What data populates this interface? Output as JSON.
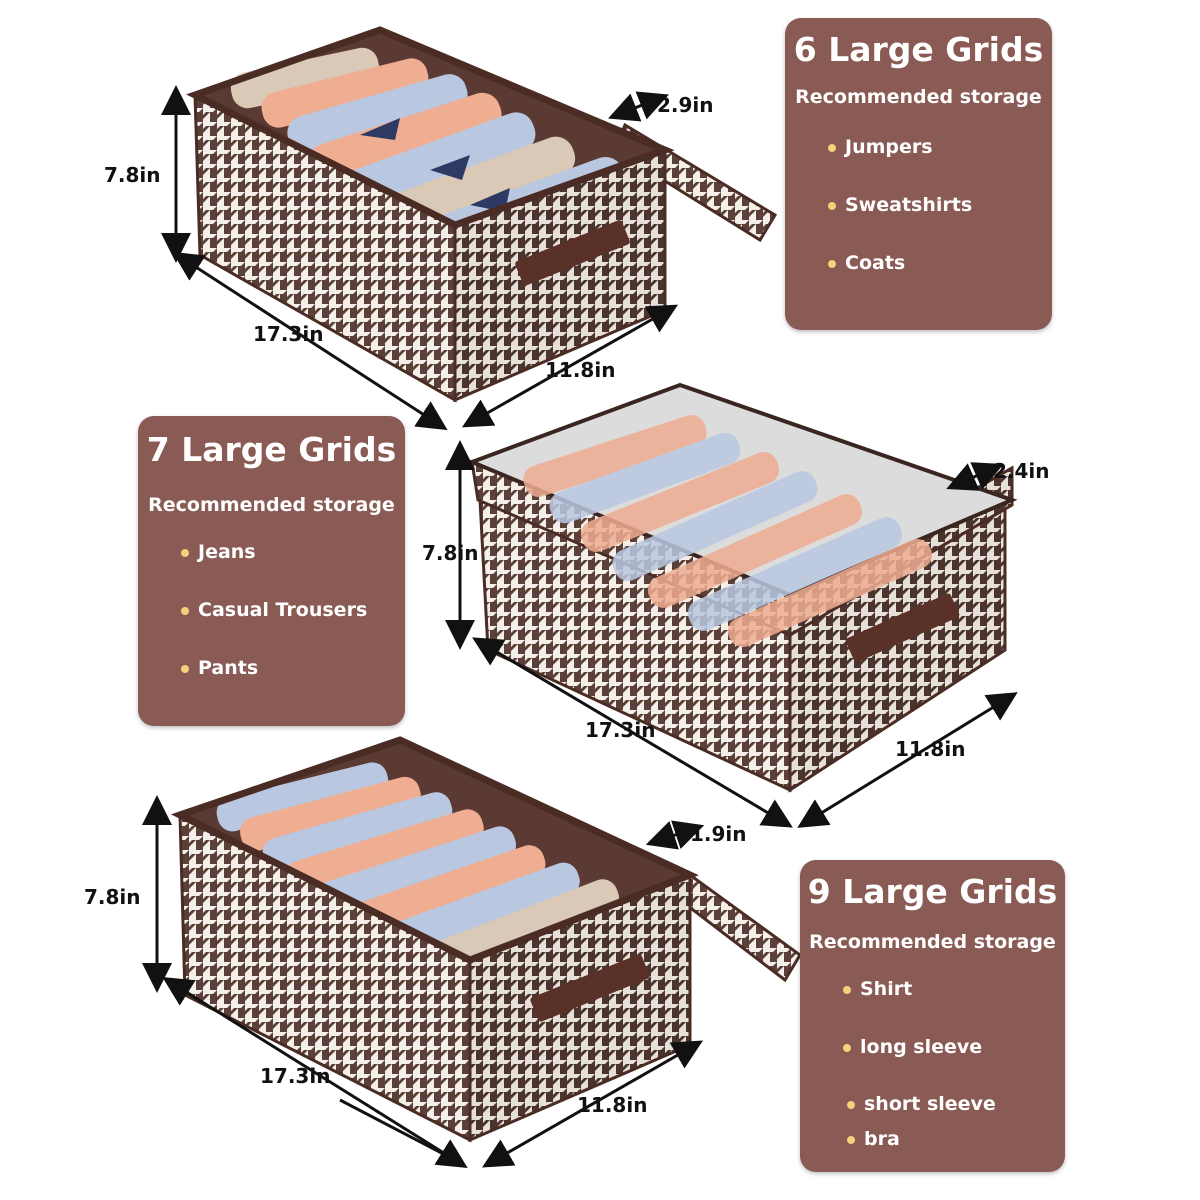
{
  "cards": [
    {
      "title": "6 Large Grids",
      "subtitle": "Recommended storage",
      "items": [
        "Jumpers",
        "Sweatshirts",
        "Coats"
      ]
    },
    {
      "title": "7 Large Grids",
      "subtitle": "Recommended storage",
      "items": [
        "Jeans",
        "Casual Trousers",
        "Pants"
      ]
    },
    {
      "title": "9 Large Grids",
      "subtitle": "Recommended storage",
      "items": [
        "Shirt",
        "long sleeve",
        "short sleeve",
        "bra"
      ]
    }
  ],
  "boxes": [
    {
      "height": "7.8in",
      "length": "17.3in",
      "width": "11.8in",
      "grid": "2.9in"
    },
    {
      "height": "7.8in",
      "length": "17.3in",
      "width": "11.8in",
      "grid": "2.4in"
    },
    {
      "height": "7.8in",
      "length": "17.3in",
      "width": "11.8in",
      "grid": "1.9in"
    }
  ],
  "colors": {
    "card": "#8a5a54",
    "box_pattern": "#5a4039",
    "box_trim": "#4a2c25",
    "clothing_blue": "#b9c8e0",
    "clothing_peach": "#efad92",
    "bullet": "#f2d27a"
  }
}
